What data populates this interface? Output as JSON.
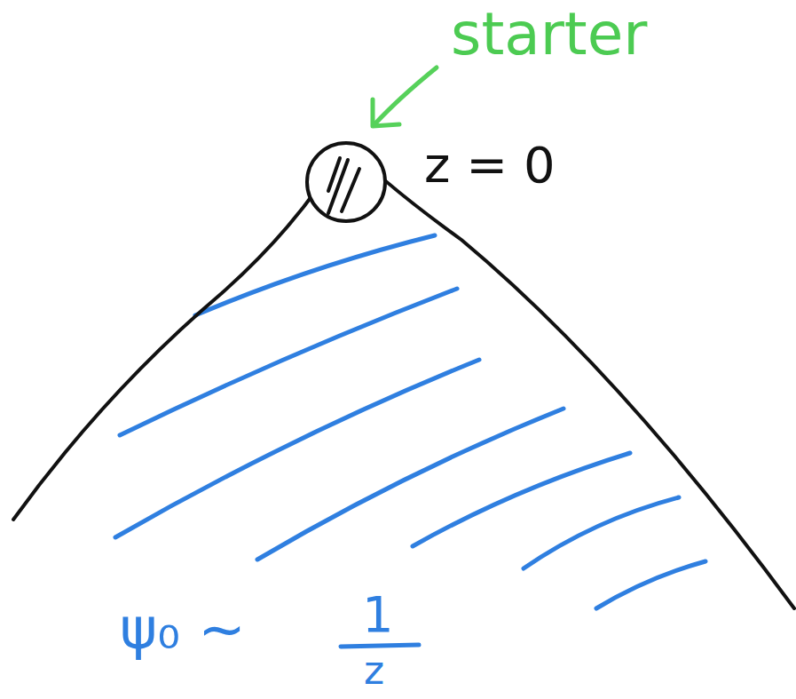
{
  "diagram": {
    "labels": [
      "starter",
      "z = 0",
      "ψ₀ ~",
      "1",
      "z"
    ]
  }
}
